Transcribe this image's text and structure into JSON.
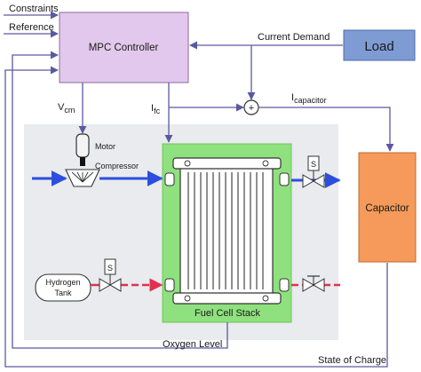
{
  "diagram": {
    "inputs": {
      "constraints": "Constraints",
      "reference": "Reference"
    },
    "mpc_controller": "MPC Controller",
    "load": "Load",
    "current_demand": "Current Demand",
    "capacitor": "Capacitor",
    "v_cm": {
      "main": "V",
      "sub": "cm"
    },
    "i_fc": {
      "main": "I",
      "sub": "fc"
    },
    "i_capacitor": {
      "main": "I",
      "sub": "capacitor"
    },
    "sum_symbol": "+",
    "motor": "Motor",
    "compressor": "Compressor",
    "hydrogen_tank": "Hydrogen Tank",
    "hydrogen_tank_lines": [
      "Hydrogen",
      "Tank"
    ],
    "valve_labels": {
      "air_outlet_valve": "S",
      "hydrogen_inlet_valve": "S"
    },
    "fuel_cell_stack": "Fuel Cell Stack",
    "oxygen_level": "Oxygen Level",
    "state_of_charge": "State of Charge",
    "colors": {
      "controller_fill": "#e2c8ec",
      "load_fill": "#7e9bd4",
      "capacitor_fill": "#f59a5a",
      "stack_region_fill": "#8fe07e",
      "plant_region_fill": "#e9ebee",
      "air_flow": "#2c4ee0",
      "hydrogen_flow": "#e23050",
      "signal_wire": "#5a5aa0"
    }
  }
}
